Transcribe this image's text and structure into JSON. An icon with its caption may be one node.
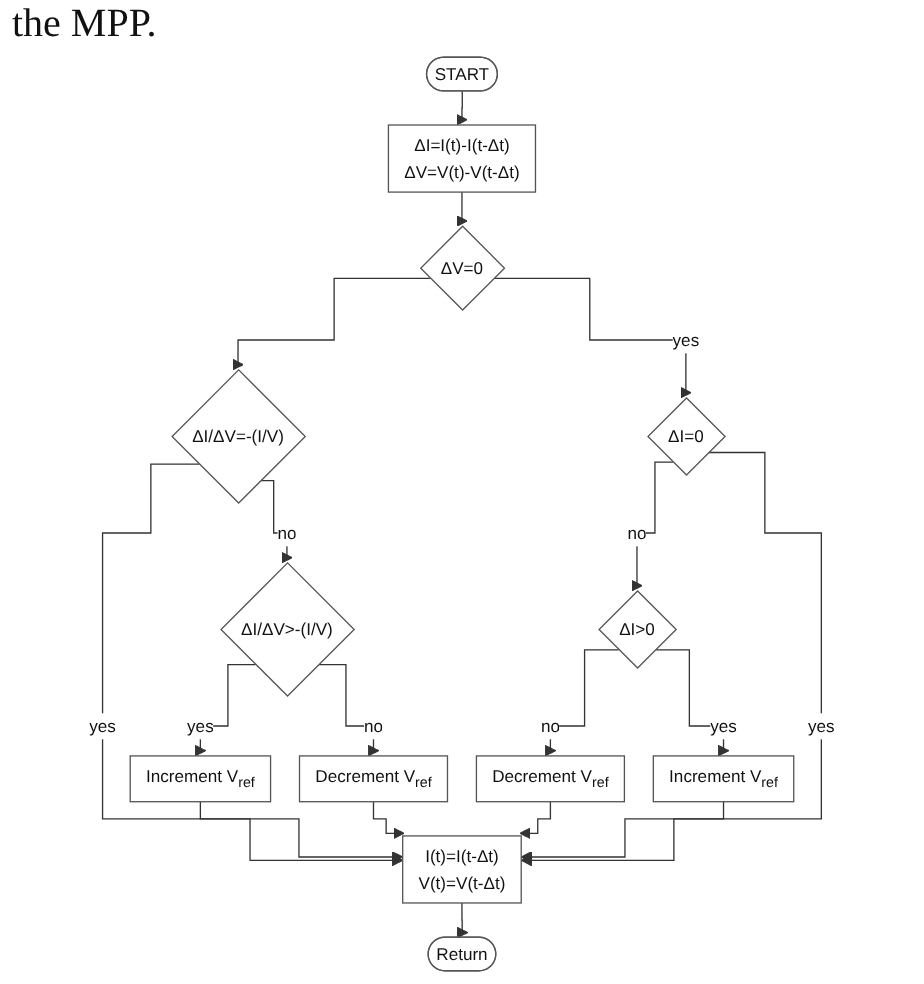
{
  "diagram": {
    "nodes": [
      {
        "text": [
          "START"
        ]
      },
      {
        "text": [
          "ΔI=I(t)-I(t-Δt)",
          "ΔV=V(t)-V(t-Δt)"
        ]
      },
      {
        "text": [
          "ΔV=0"
        ]
      },
      {
        "text": [
          "ΔI/ΔV=-(I/V)"
        ]
      },
      {
        "text": [
          "ΔI=0"
        ]
      },
      {
        "text": [
          "ΔI/ΔV>-(I/V)"
        ]
      },
      {
        "text": [
          "ΔI>0"
        ]
      },
      {
        "text": [
          "Increment V$_{ref}$"
        ]
      },
      {
        "text": [
          "Decrement V$_{ref}$"
        ]
      },
      {
        "text": [
          "Decrement V$_{ref}$"
        ]
      },
      {
        "text": [
          "Increment V$_{ref}$"
        ]
      },
      {
        "text": [
          "I(t)=I(t-Δt)",
          "V(t)=V(t-Δt)"
        ]
      },
      {
        "text": [
          "Return"
        ]
      }
    ],
    "edges": [
      {
        "from": 0,
        "to": 1,
        "arrow": "to"
      },
      {
        "from": 1,
        "to": 2,
        "arrow": "to"
      },
      {
        "from": 2,
        "to": 3,
        "arrow": "to"
      },
      {
        "from": 2,
        "to": 4,
        "arrow": "to",
        "label": "yes"
      },
      {
        "from": 3,
        "to": 11,
        "arrow": "to",
        "label": "yes"
      },
      {
        "from": 3,
        "to": 5,
        "arrow": "to",
        "label": "no"
      },
      {
        "from": 4,
        "to": 6,
        "arrow": "to",
        "label": "no"
      },
      {
        "from": 4,
        "to": 11,
        "arrow": "to",
        "label": "yes"
      },
      {
        "from": 5,
        "to": 7,
        "arrow": "to",
        "label": "yes"
      },
      {
        "from": 5,
        "to": 8,
        "arrow": "to",
        "label": "no"
      },
      {
        "from": 6,
        "to": 9,
        "arrow": "to",
        "label": "no"
      },
      {
        "from": 6,
        "to": 10,
        "arrow": "to",
        "label": "yes"
      },
      {
        "from": 7,
        "to": 11,
        "arrow": "to"
      },
      {
        "from": 8,
        "to": 11,
        "arrow": "to"
      },
      {
        "from": 9,
        "to": 11,
        "arrow": "to"
      },
      {
        "from": 10,
        "to": 11,
        "arrow": "to"
      },
      {
        "from": 11,
        "to": 12,
        "arrow": "to"
      }
    ],
    "labels": [
      "the MPP."
    ]
  }
}
